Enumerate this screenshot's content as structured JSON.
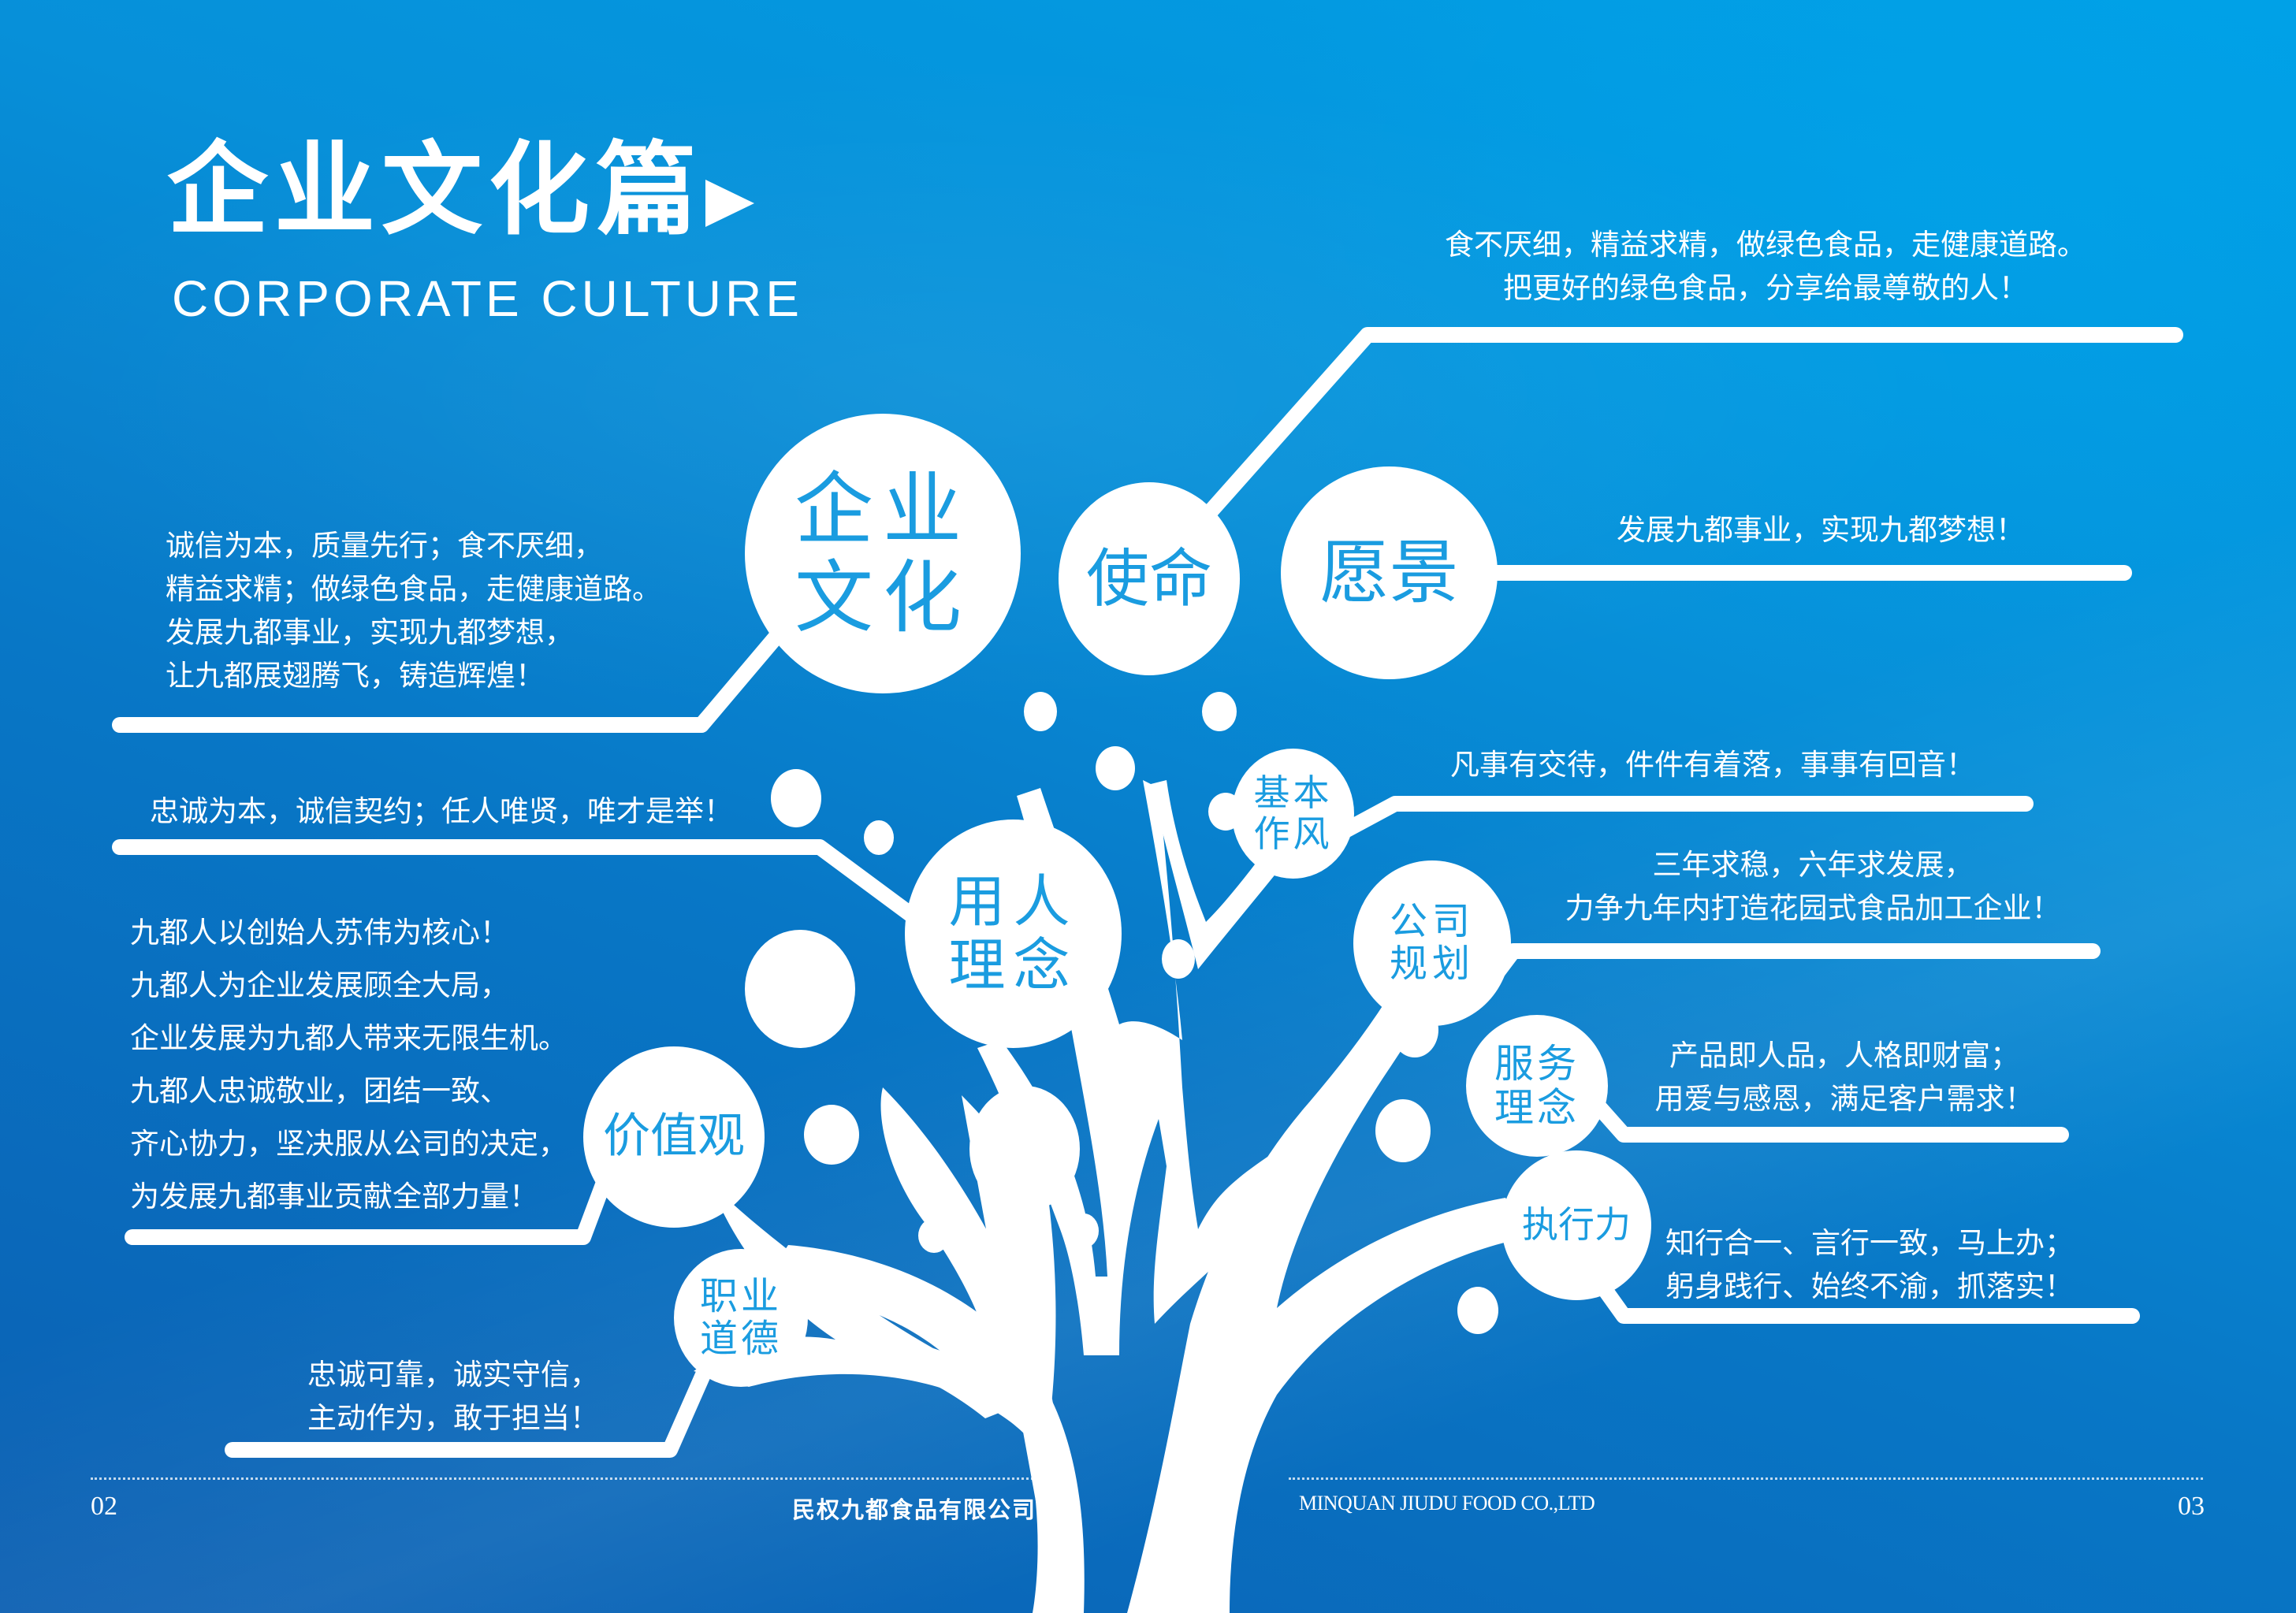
{
  "header": {
    "title": "企业文化篇",
    "subtitle": "CORPORATE CULTURE",
    "arrow_icon": "chevron-right-icon"
  },
  "colors": {
    "background_light": "#00a0e6",
    "background_dark": "#0b5fb2",
    "bubble_fill": "#ffffff",
    "bubble_text": "#1a9ce0",
    "text": "#ffffff"
  },
  "bubbles": {
    "culture": {
      "line1": "企业",
      "line2": "文化"
    },
    "mission": {
      "label": "使命"
    },
    "vision": {
      "label": "愿景"
    },
    "talent": {
      "line1": "用人",
      "line2": "理念"
    },
    "style": {
      "line1": "基本",
      "line2": "作风"
    },
    "planning": {
      "line1": "公司",
      "line2": "规划"
    },
    "service": {
      "line1": "服务",
      "line2": "理念"
    },
    "execution": {
      "label": "执行力"
    },
    "values": {
      "label": "价值观"
    },
    "ethics": {
      "line1": "职业",
      "line2": "道德"
    }
  },
  "texts": {
    "mission": [
      "食不厌细，精益求精，做绿色食品，走健康道路。",
      "把更好的绿色食品，分享给最尊敬的人！"
    ],
    "vision": [
      "发展九都事业，实现九都梦想！"
    ],
    "culture": [
      "诚信为本，质量先行；食不厌细，",
      "精益求精；做绿色食品，走健康道路。",
      "发展九都事业，实现九都梦想，",
      "让九都展翅腾飞，铸造辉煌！"
    ],
    "talent": [
      "忠诚为本，诚信契约；任人唯贤，唯才是举！"
    ],
    "style": [
      "凡事有交待，件件有着落，事事有回音！"
    ],
    "planning": [
      "三年求稳，六年求发展，",
      "力争九年内打造花园式食品加工企业！"
    ],
    "values": [
      "九都人以创始人苏伟为核心！",
      "九都人为企业发展顾全大局，",
      "企业发展为九都人带来无限生机。",
      "九都人忠诚敬业，团结一致、",
      "齐心协力，坚决服从公司的决定，",
      "为发展九都事业贡献全部力量！"
    ],
    "service": [
      "产品即人品，人格即财富；",
      "用爱与感恩，满足客户需求！"
    ],
    "execution": [
      "知行合一、言行一致，马上办；",
      "躬身践行、始终不渝，抓落实！"
    ],
    "ethics": [
      "忠诚可靠，诚实守信，",
      "主动作为，敢于担当！"
    ]
  },
  "footer": {
    "page_left": "02",
    "company_cn": "民权九都食品有限公司",
    "company_en": "MINQUAN JIUDU FOOD CO.,LTD",
    "page_right": "03"
  }
}
